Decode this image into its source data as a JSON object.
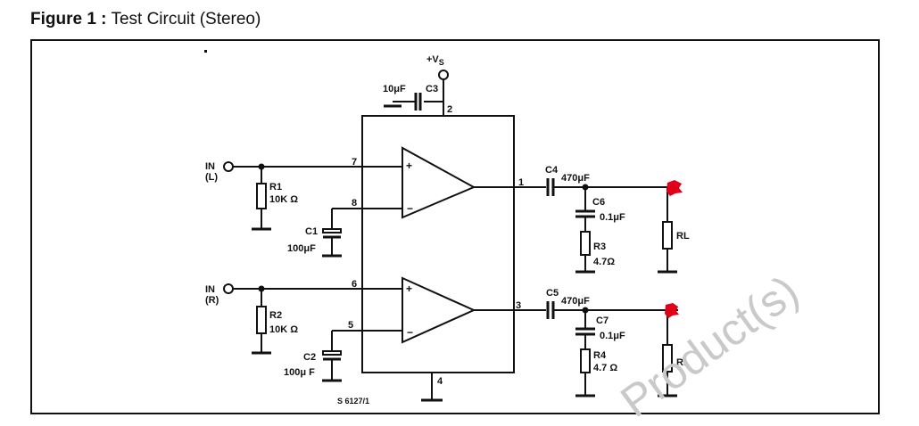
{
  "figure": {
    "label": "Figure 1 :",
    "caption": "Test Circuit (Stereo)"
  },
  "supply": {
    "label": "+V",
    "sub": "S"
  },
  "pins": {
    "p1": "1",
    "p2": "2",
    "p3": "3",
    "p4": "4",
    "p5": "5",
    "p6": "6",
    "p7": "7",
    "p8": "8"
  },
  "inputs": {
    "left_1": "IN",
    "left_2": "(L)",
    "right_1": "IN",
    "right_2": "(R)"
  },
  "components": {
    "r1_name": "R1",
    "r1_value": "10K Ω",
    "r2_name": "R2",
    "r2_value": "10K Ω",
    "c1_name": "C1",
    "c1_value": "100μF",
    "c2_name": "C2",
    "c2_value": "100μ F",
    "c3_name": "C3",
    "c3_value": "10μF",
    "c4_name": "C4",
    "c4_value": "470μF",
    "c5_name": "C5",
    "c5_value": "470μF",
    "c6_name": "C6",
    "c6_value": "0.1μF",
    "c7_name": "C7",
    "c7_value": "0.1μF",
    "r3_name": "R3",
    "r3_value": "4.7Ω",
    "r4_name": "R4",
    "r4_value": "4.7 Ω",
    "rl_top": "RL",
    "rl_bottom": "RL"
  },
  "ref": "S 6127/1",
  "watermark": "Product(s)",
  "colors": {
    "wire": "#111111",
    "marker": "#e0001a",
    "watermark": "#c9c9c9"
  }
}
